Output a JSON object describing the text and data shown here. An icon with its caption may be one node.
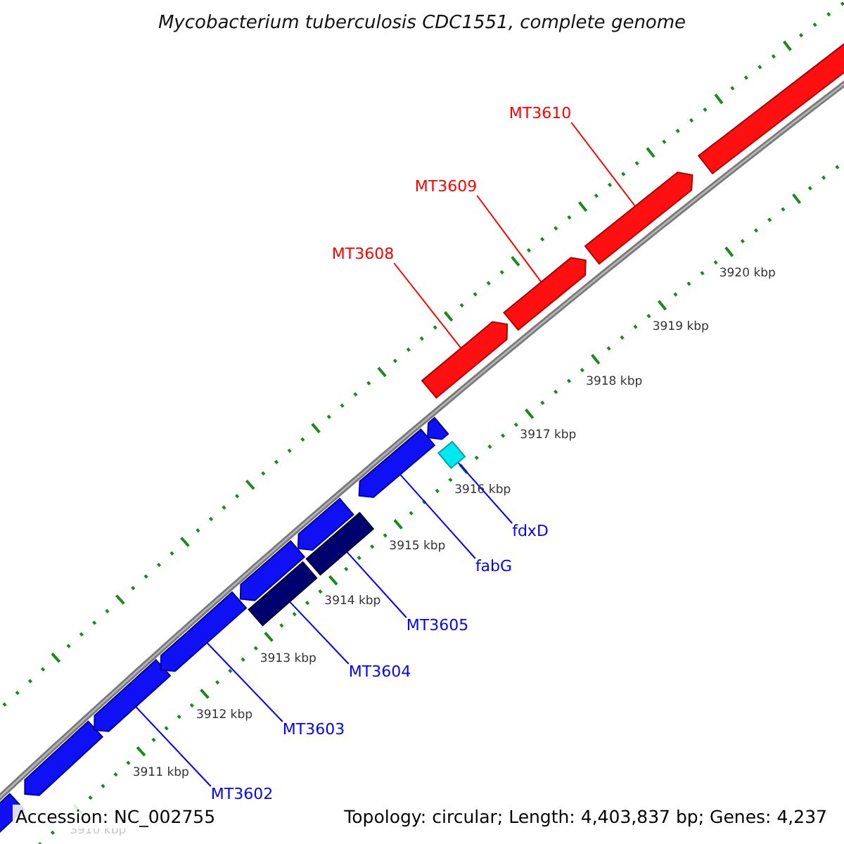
{
  "diagram": {
    "title": "Mycobacterium tuberculosis CDC1551, complete genome",
    "nodes": [
      {
        "text": [
          "MT3610"
        ]
      },
      {
        "text": [
          "MT3609"
        ]
      },
      {
        "text": [
          "MT3608"
        ]
      },
      {
        "text": [
          "fdxD"
        ]
      },
      {
        "text": [
          "fabG"
        ]
      },
      {
        "text": [
          "MT3605"
        ]
      },
      {
        "text": [
          "MT3604"
        ]
      },
      {
        "text": [
          "MT3603"
        ]
      },
      {
        "text": [
          "MT3602"
        ]
      },
      {
        "text": [],
        "shape": "arrow"
      },
      {
        "text": [],
        "shape": "arrow"
      },
      {
        "text": [],
        "shape": "arrow"
      },
      {
        "text": [],
        "shape": "arrow"
      },
      {
        "text": [],
        "shape": "arrow"
      },
      {
        "text": [],
        "shape": "box"
      },
      {
        "text": [],
        "shape": "arrow"
      },
      {
        "text": [],
        "shape": "box"
      },
      {
        "text": [],
        "shape": "arrow"
      },
      {
        "text": [],
        "shape": "arrow"
      },
      {
        "text": [],
        "shape": "arrow"
      },
      {
        "text": [],
        "shape": "diamond"
      },
      {
        "text": [],
        "shape": "arrow"
      },
      {
        "text": [],
        "shape": "arrow"
      },
      {
        "text": [],
        "shape": "bar"
      }
    ],
    "edges": [
      {
        "from": 0,
        "to": 22,
        "arrow": "none",
        "color": "#ff0000"
      },
      {
        "from": 1,
        "to": 21,
        "arrow": "none",
        "color": "#ff0000"
      },
      {
        "from": 2,
        "to": 18,
        "arrow": "none",
        "color": "#ff0000"
      },
      {
        "from": 3,
        "to": 20,
        "arrow": "none"
      },
      {
        "from": 4,
        "to": 17,
        "arrow": "none"
      },
      {
        "from": 5,
        "to": 16,
        "arrow": "none"
      },
      {
        "from": 6,
        "to": 14,
        "arrow": "none"
      },
      {
        "from": 7,
        "to": 12,
        "arrow": "none"
      },
      {
        "from": 8,
        "to": 11,
        "arrow": "none"
      }
    ],
    "labels": [
      "3920 kbp",
      "3919 kbp",
      "3918 kbp",
      "3917 kbp",
      "3916 kbp",
      "3915 kbp",
      "3914 kbp",
      "3913 kbp",
      "3912 kbp",
      "3911 kbp",
      "3910 kbp",
      "Accession: NC_002755",
      "Topology: circular; Length: 4,403,837 bp; Genes: 4,237"
    ]
  }
}
